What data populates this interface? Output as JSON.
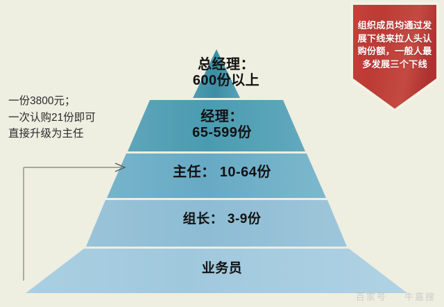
{
  "background_color": "#eeeee1",
  "pyramid": {
    "apex_label": "pyramid-apex",
    "tiers": [
      {
        "id": "t1",
        "role": "总经理",
        "text": "总经理：\n600份以上",
        "color": "#3f92a8"
      },
      {
        "id": "t2",
        "role": "经理",
        "text": "经理：\n65-599份",
        "color": "#4e9cb0"
      },
      {
        "id": "t3",
        "role": "主任",
        "text": "主任： 10-64份",
        "color": "#6aacc4"
      },
      {
        "id": "t4",
        "role": "组长",
        "text": "组长： 3-9份",
        "color": "#8fbdd4"
      },
      {
        "id": "t5",
        "role": "业务员",
        "text": "业务员",
        "color": "#a3c9de"
      }
    ]
  },
  "left_note": {
    "text": "一份3800元；\n一次认购21份即可\n直接升级为主任"
  },
  "banner": {
    "color": "#bf3b36",
    "text": "组织成员均通过发展下线来拉人头认购份额，一般人最多发展三个下线"
  },
  "watermark": {
    "left": "百家号",
    "right": "牛嘉搜"
  }
}
